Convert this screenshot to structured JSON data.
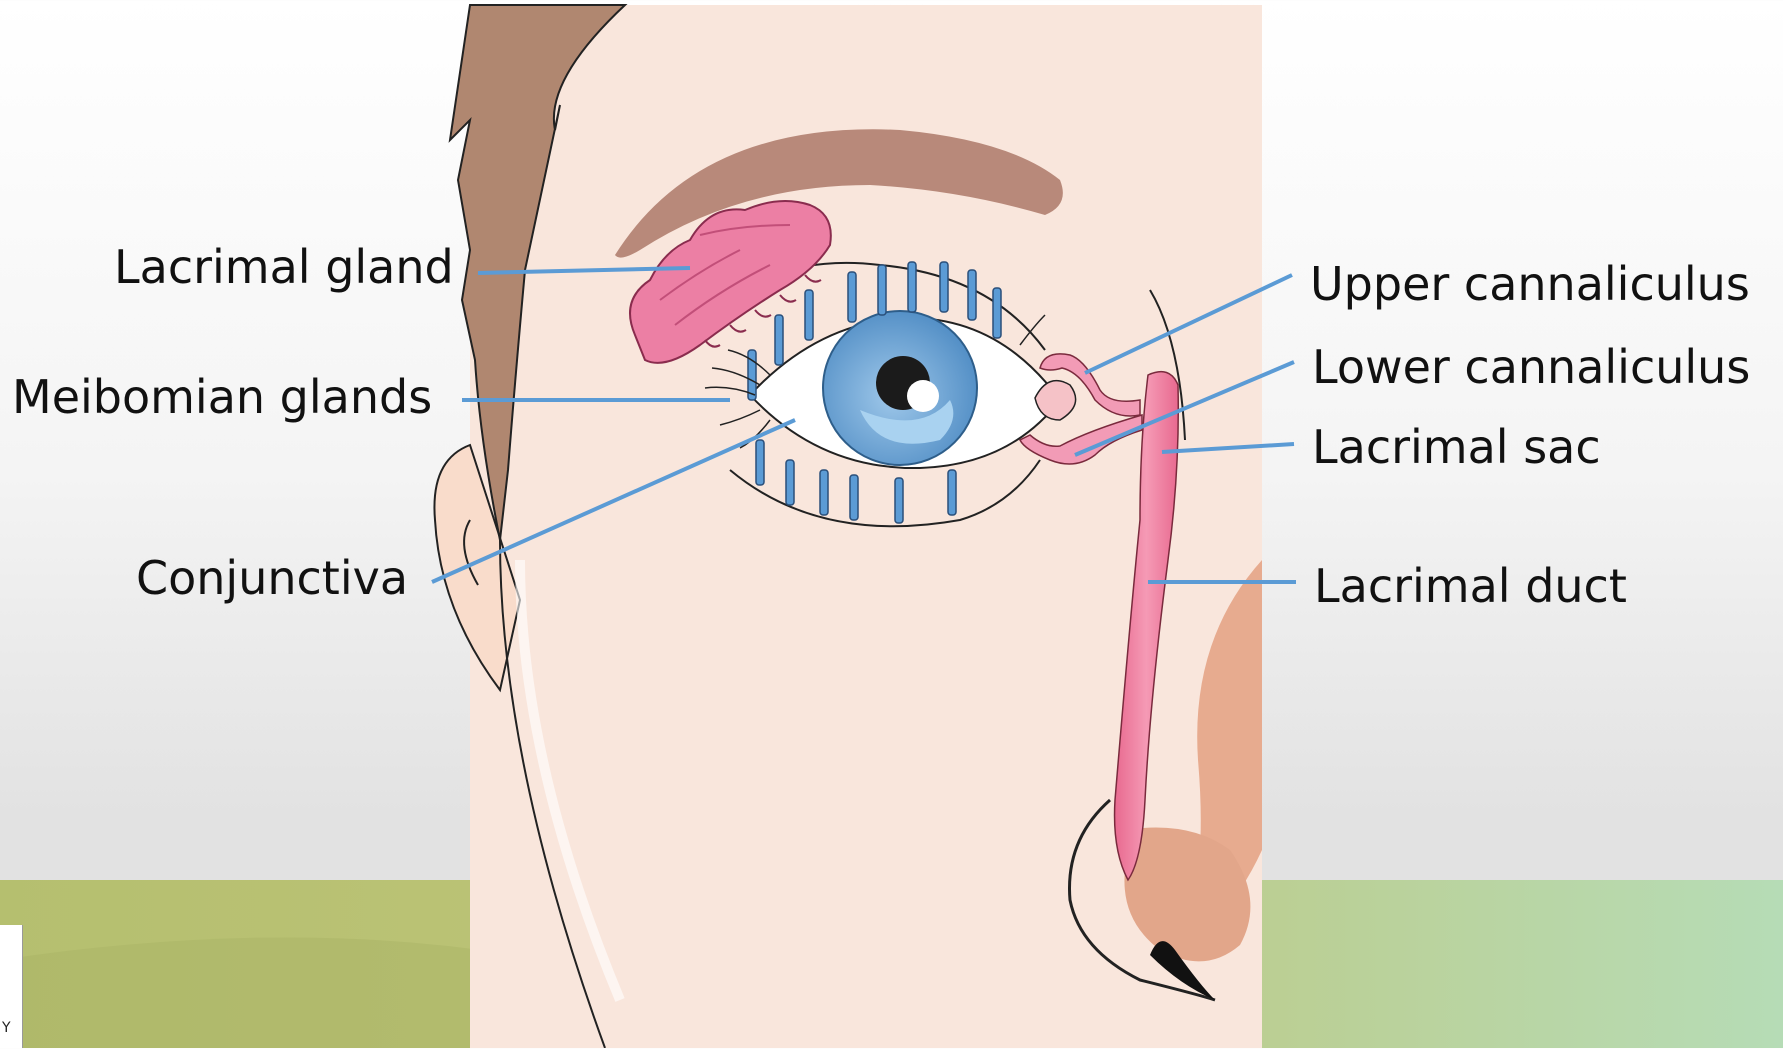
{
  "diagram": {
    "labels": {
      "lacrimal_gland": "Lacrimal gland",
      "meibomian_glands": "Meibomian glands",
      "conjunctiva": "Conjunctiva",
      "upper_cannaliculus": "Upper cannaliculus",
      "lower_cannaliculus": "Lower cannaliculus",
      "lacrimal_sac": "Lacrimal sac",
      "lacrimal_duct": "Lacrimal duct"
    },
    "colors": {
      "skin": "#f9e6dc",
      "hair": "#b28a74",
      "brow": "#b88b78",
      "leader_line": "#5b9bd5",
      "tear_duct": "#ef7f9f",
      "gland": "#ec7fa4",
      "iris": "#6aa3d6",
      "background_green": "#b9c47a"
    },
    "logo_text": "Y"
  }
}
